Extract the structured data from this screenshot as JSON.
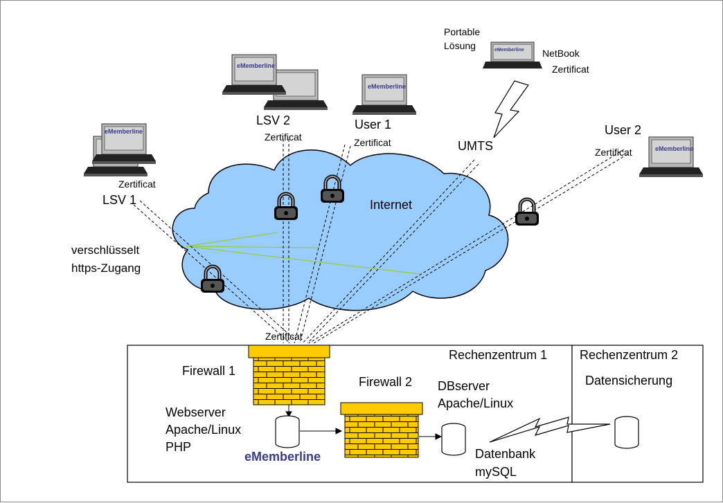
{
  "labels": {
    "portable": "Portable",
    "loesung": "Lösung",
    "netbook": "NetBook",
    "zertificat": "Zertificat",
    "lsv2": "LSV 2",
    "user1": "User 1",
    "user2": "User 2",
    "umts": "UMTS",
    "lsv1": "LSV 1",
    "internet": "Internet",
    "verschluesselt": "verschlüsselt",
    "https_zugang": "https-Zugang",
    "rechenzentrum1": "Rechenzentrum 1",
    "rechenzentrum2": "Rechenzentrum 2",
    "datensicherung": "Datensicherung",
    "firewall1": "Firewall 1",
    "firewall2": "Firewall 2",
    "webserver": "Webserver",
    "apache_linux": "Apache/Linux",
    "php": "PHP",
    "dbserver": "DBserver",
    "datenbank": "Datenbank",
    "mysql": "mySQL",
    "app_name": "eMemberline"
  },
  "colors": {
    "cloud_fill": "#99ccff",
    "brick_fill": "#ffcc00",
    "screen_fill": "#c0c0c0",
    "link_green": "#99cc33",
    "brand_text": "#3a3a8c"
  }
}
